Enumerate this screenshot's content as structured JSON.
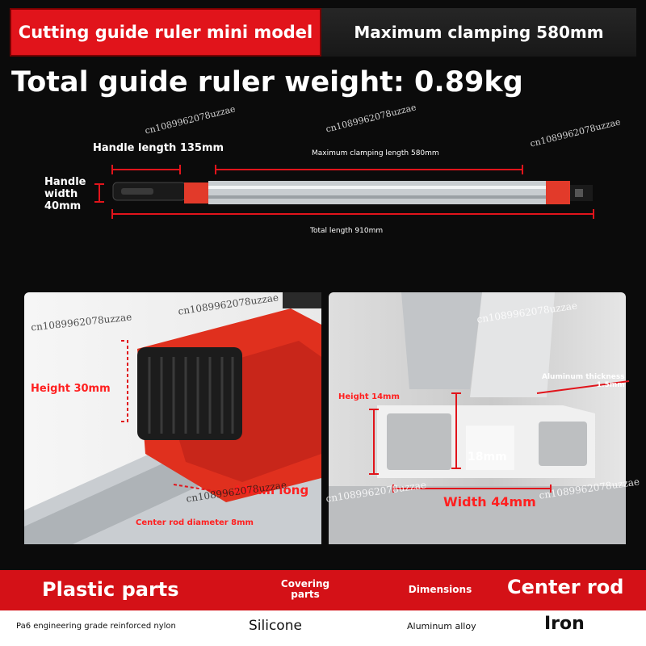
{
  "header": {
    "model_title": "Cutting guide ruler mini model",
    "clamping_title": "Maximum clamping 580mm",
    "weight_title": "Total guide ruler weight: 0.89kg"
  },
  "dimensions": {
    "handle_length": "Handle length 135mm",
    "handle_width_line1": "Handle",
    "handle_width_line2": "width",
    "handle_width_line3": "40mm",
    "max_clamping_length": "Maximum clamping length 580mm",
    "total_length": "Total length 910mm"
  },
  "left_photo": {
    "height": "Height 30mm",
    "length": "44mm long",
    "center_rod": "Center rod diameter 8mm"
  },
  "right_photo": {
    "aluminum_thickness_line1": "Aluminum thickness",
    "aluminum_thickness_line2": "1.5mm",
    "height": "Height 14mm",
    "inner": "18mm",
    "width": "Width 44mm"
  },
  "materials_header": {
    "plastic_parts": "Plastic parts",
    "covering_parts_line1": "Covering",
    "covering_parts_line2": "parts",
    "dimensions": "Dimensions",
    "center_rod": "Center rod"
  },
  "materials_values": {
    "plastic": "Pa6 engineering grade reinforced nylon",
    "covering": "Silicone",
    "dimensions": "Aluminum alloy",
    "center_rod": "Iron"
  },
  "watermark": "cn1089962078uzzae",
  "colors": {
    "accent_red": "#e1141b",
    "bar_red": "#d41117",
    "background": "#0b0b0b"
  }
}
